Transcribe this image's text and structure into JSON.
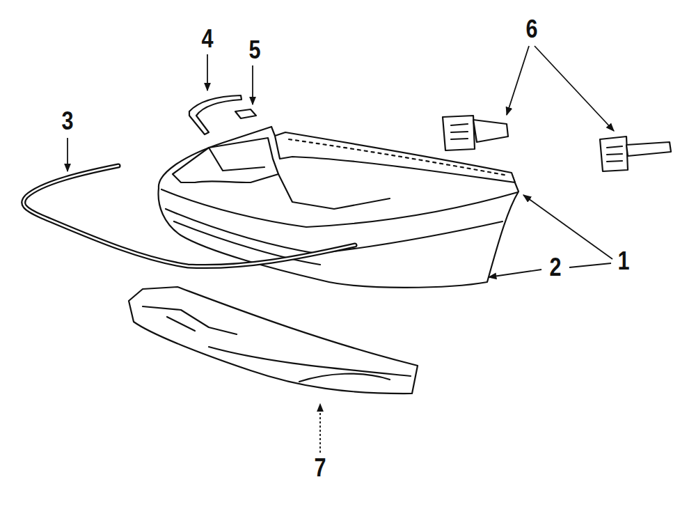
{
  "diagram": {
    "labels": [
      "4",
      "5",
      "6",
      "3",
      "1",
      "2",
      "7"
    ]
  }
}
